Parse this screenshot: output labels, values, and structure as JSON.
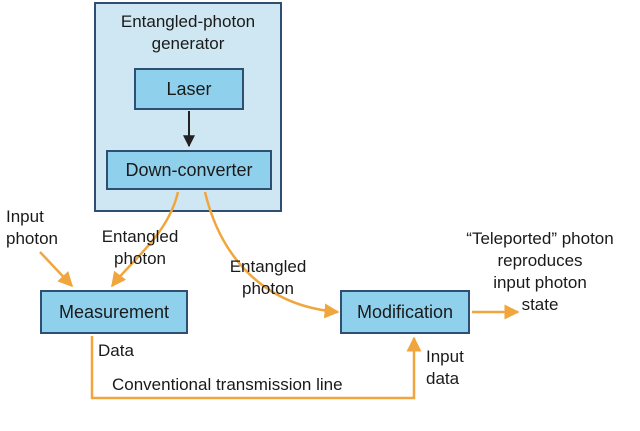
{
  "colors": {
    "panel_fill": "#cfe7f2",
    "box_fill": "#8fd0ec",
    "box_border": "#2f4f72",
    "wire": "#f0a63c",
    "inner_arrow": "#222222"
  },
  "generator": {
    "title_line1": "Entangled-photon",
    "title_line2": "generator"
  },
  "nodes": {
    "laser": "Laser",
    "down_converter": "Down-converter",
    "measurement": "Measurement",
    "modification": "Modification"
  },
  "labels": {
    "input_photon": [
      "Input",
      "photon"
    ],
    "entangled_left": [
      "Entangled",
      "photon"
    ],
    "entangled_right": [
      "Entangled",
      "photon"
    ],
    "data": "Data",
    "channel": "Conventional transmission line",
    "input_data": [
      "Input",
      "data"
    ],
    "teleported": [
      "“Teleported” photon",
      "reproduces",
      "input photon",
      "state"
    ]
  }
}
